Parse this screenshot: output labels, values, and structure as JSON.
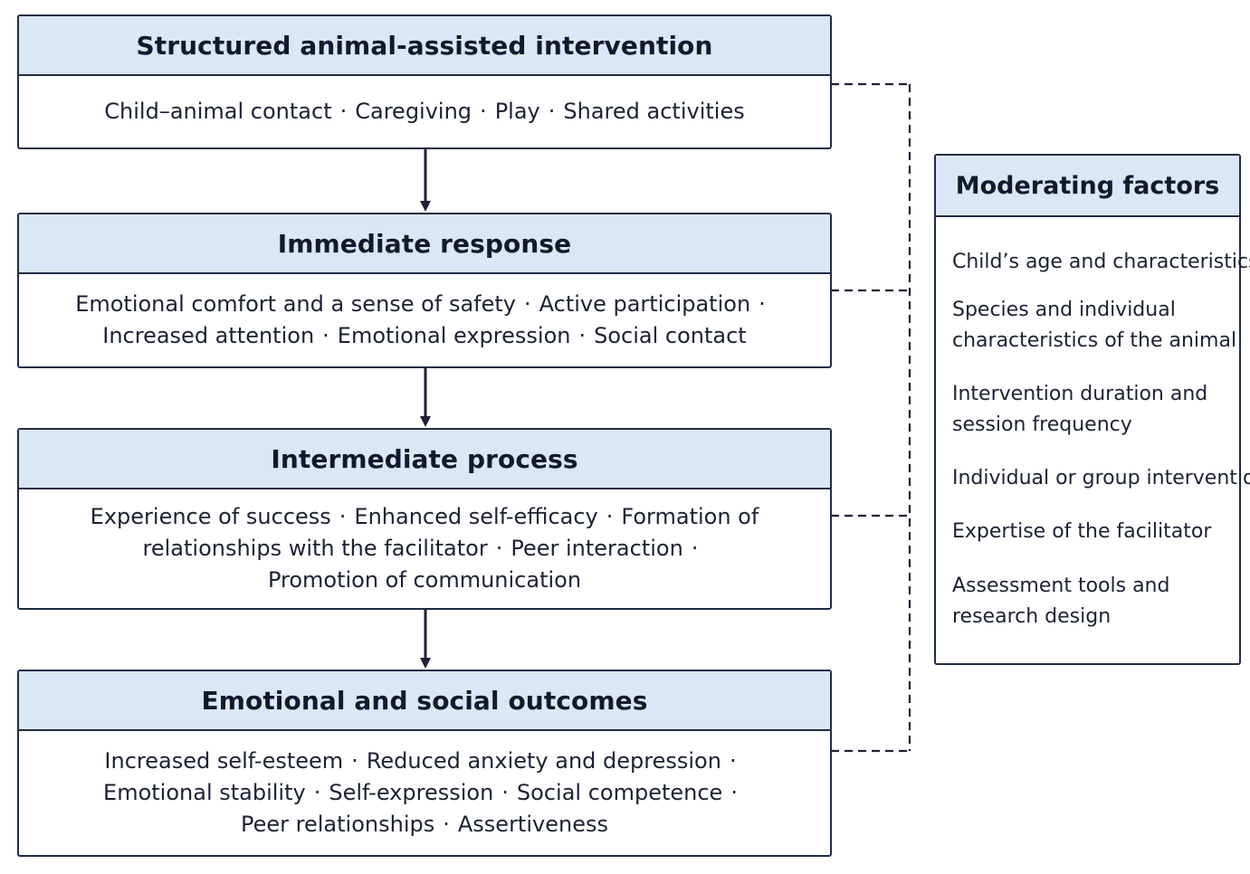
{
  "stages": [
    {
      "title": "Structured animal-assisted intervention",
      "lines": [
        [
          "Child–animal contact",
          "Caregiving",
          "Play",
          "Shared activities"
        ]
      ]
    },
    {
      "title": "Immediate response",
      "lines": [
        [
          "Emotional comfort and a sense of safety",
          "Active participation",
          ""
        ],
        [
          "Increased attention",
          "Emotional expression",
          "Social contact"
        ]
      ]
    },
    {
      "title": "Intermediate process",
      "lines": [
        [
          "Experience of success",
          "Enhanced self-efficacy",
          "Formation of"
        ],
        [
          "relationships with the facilitator",
          "Peer interaction",
          ""
        ],
        [
          "Promotion of communication"
        ]
      ]
    },
    {
      "title": "Emotional and social outcomes",
      "lines": [
        [
          "Increased self-esteem",
          "Reduced anxiety and depression",
          ""
        ],
        [
          "Emotional stability",
          "Self-expression",
          "Social competence",
          ""
        ],
        [
          "Peer relationships",
          "Assertiveness"
        ]
      ]
    }
  ],
  "separator": "·",
  "moderating": {
    "title": "Moderating factors",
    "items": [
      [
        "Child’s age and characteristics"
      ],
      [
        "Species and individual",
        "characteristics of the animal"
      ],
      [
        "Intervention duration and",
        "session frequency"
      ],
      [
        "Individual or group intervention"
      ],
      [
        "Expertise of the facilitator"
      ],
      [
        "Assessment tools and",
        "research design"
      ]
    ]
  },
  "colors": {
    "header_fill": "#dbe6f6",
    "border": "#1e2d45",
    "arrow": "#1b2233"
  }
}
